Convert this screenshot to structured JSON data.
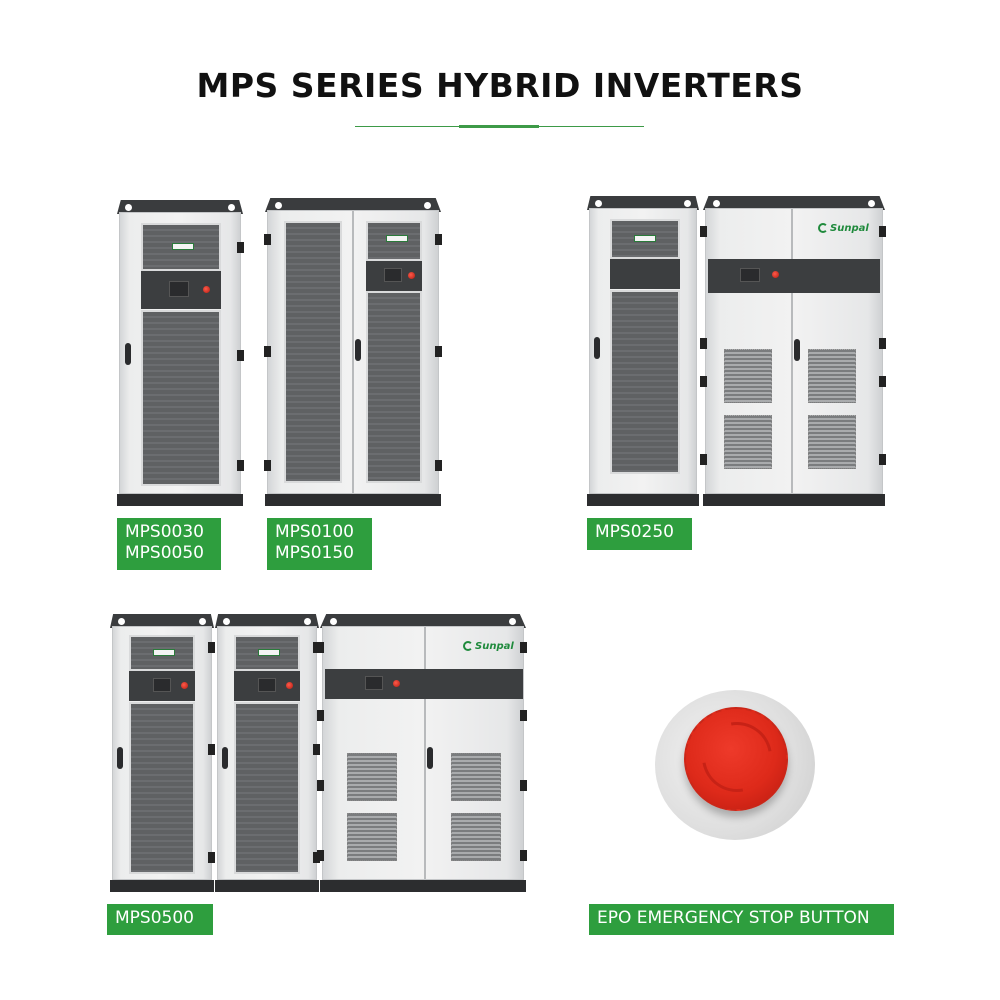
{
  "header": {
    "title": "MPS SERIES HYBRID INVERTERS",
    "accent_color": "#3d9a47"
  },
  "products": [
    {
      "id": "mps0030-0050",
      "label": "MPS0030\nMPS0050",
      "models": [
        "MPS0030",
        "MPS0050"
      ],
      "cabinets": 1
    },
    {
      "id": "mps0100-0150",
      "label": "MPS0100\nMPS0150",
      "models": [
        "MPS0100",
        "MPS0150"
      ],
      "cabinets": 2
    },
    {
      "id": "mps0250",
      "label": "MPS0250",
      "models": [
        "MPS0250"
      ],
      "cabinets": 3
    },
    {
      "id": "mps0500",
      "label": "MPS0500",
      "models": [
        "MPS0500"
      ],
      "cabinets": 4
    },
    {
      "id": "epo",
      "label": "EPO EMERGENCY STOP BUTTON",
      "models": []
    }
  ],
  "brand": {
    "name": "Sunpal",
    "color": "#1f8a3c"
  },
  "label_color": "#2e9e3e"
}
